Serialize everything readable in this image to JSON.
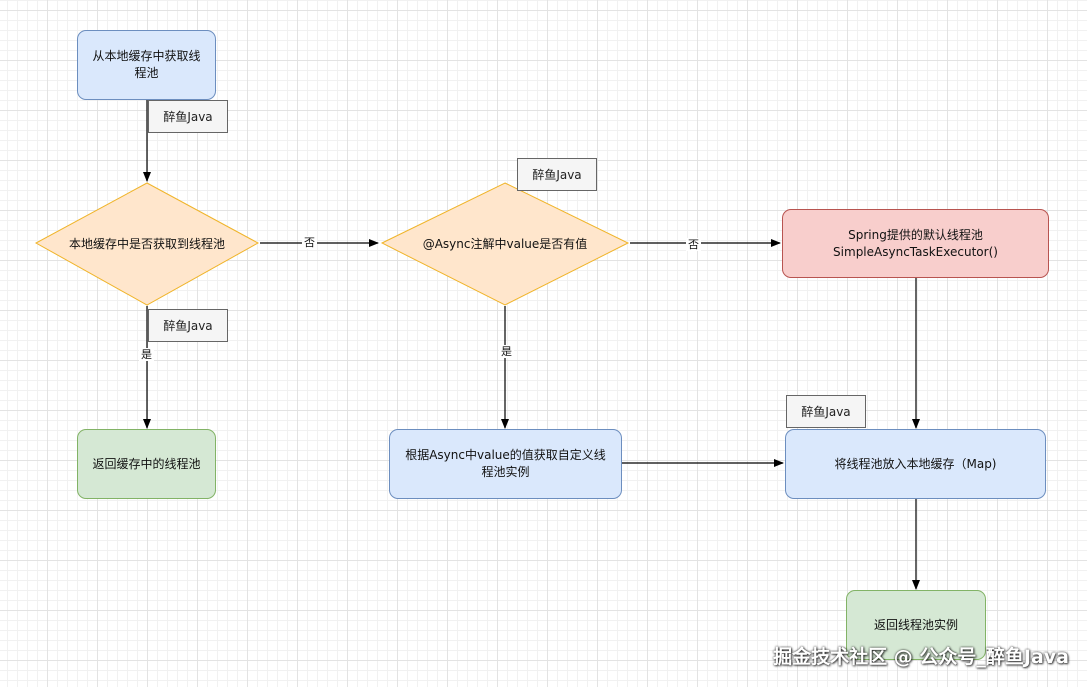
{
  "nodes": {
    "get_from_cache": "从本地缓存中获取线程池",
    "cache_check": "本地缓存中是否获取到线程池",
    "async_check": "@Async注解中value是否有值",
    "default_pool_line1": "Spring提供的默认线程池",
    "default_pool_line2": "SimpleAsyncTaskExecutor()",
    "return_cached": "返回缓存中的线程池",
    "custom_pool": "根据Async中value的值获取自定义线程池实例",
    "put_cache": "将线程池放入本地缓存（Map)",
    "return_instance": "返回线程池实例"
  },
  "edge_labels": {
    "no_1": "否",
    "no_2": "否",
    "yes_1": "是",
    "yes_2": "是"
  },
  "tags": {
    "tag_1": "醉鱼Java",
    "tag_2": "醉鱼Java",
    "tag_3": "醉鱼Java",
    "tag_4": "醉鱼Java"
  },
  "watermark": "掘金技术社区 @ 公众号_醉鱼Java",
  "colors": {
    "blue_fill": "#dae8fc",
    "blue_stroke": "#6c8ebf",
    "green_fill": "#d5e8d4",
    "green_stroke": "#82b366",
    "red_fill": "#f8cecc",
    "red_stroke": "#b85450",
    "diamond_fill": "#ffe6cc",
    "diamond_stroke": "#f0b429"
  }
}
